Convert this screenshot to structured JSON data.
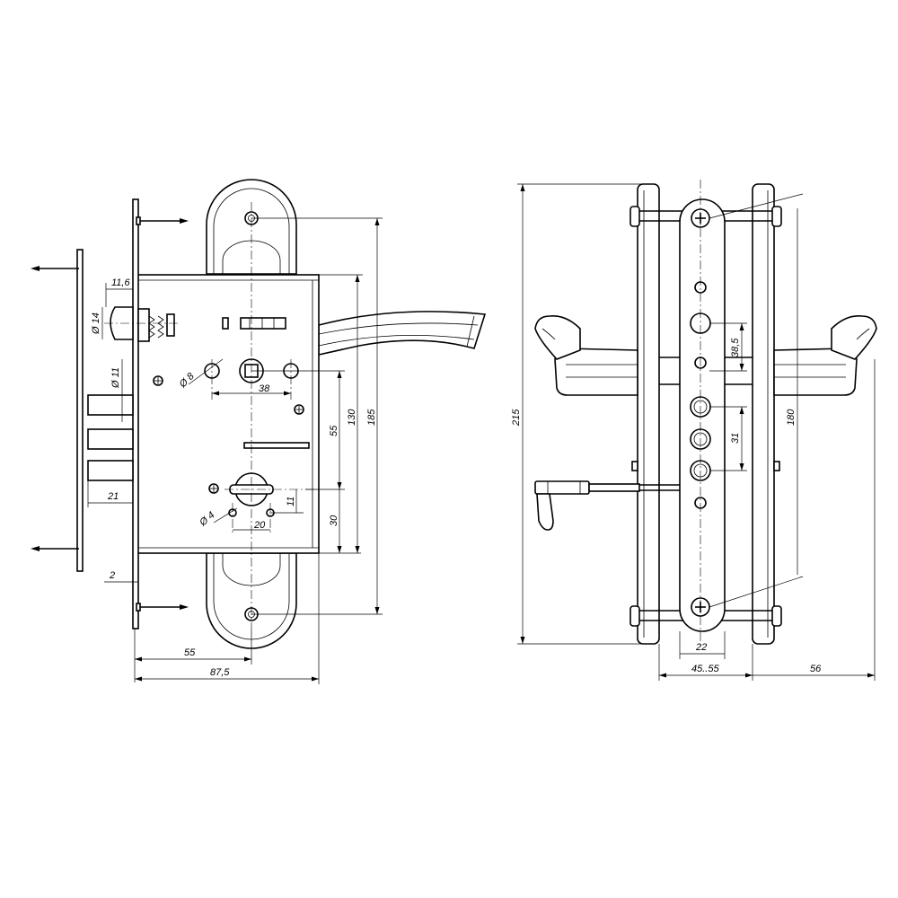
{
  "side_view": {
    "dims": {
      "d116": "11,6",
      "d14": "Ø 14",
      "d11": "Ø 11",
      "d8": "Ø 8",
      "d38": "38",
      "d55v": "55",
      "d130": "130",
      "d185": "185",
      "d11b": "11",
      "d20": "20",
      "d4": "Ø 4",
      "d30": "30",
      "d21": "21",
      "d2": "2",
      "d55h": "55",
      "d875": "87,5"
    }
  },
  "front_view": {
    "dims": {
      "d215": "215",
      "d385": "38,5",
      "d31": "31",
      "d180": "180",
      "d22": "22",
      "d4555": "45..55",
      "d56": "56"
    }
  }
}
